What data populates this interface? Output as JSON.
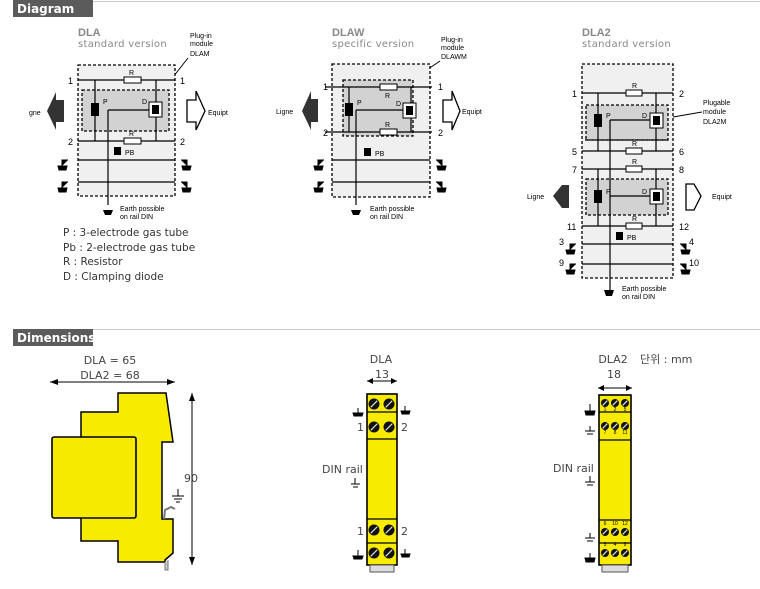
{
  "sections": {
    "diagram": "Diagram",
    "dimensions": "Dimensions"
  },
  "diagrams": [
    {
      "title": "DLA",
      "subtitle": "standard version",
      "module": [
        "Plug-in",
        "module",
        "DLAM"
      ],
      "line": "gne",
      "equipment": "Equipt",
      "pins": [
        "1",
        "1",
        "2",
        "2"
      ],
      "parts": [
        "R",
        "R",
        "P",
        "D",
        "PB"
      ],
      "earth": [
        "Earth  possible",
        "on rail DIN"
      ]
    },
    {
      "title": "DLAW",
      "subtitle": "specific version",
      "module": [
        "Plug-in",
        "module",
        "DLAWM"
      ],
      "line": "Ligne",
      "equipment": "Equipt",
      "pins": [
        "1",
        "1",
        "2",
        "2"
      ],
      "parts": [
        "R",
        "R",
        "P",
        "D",
        "PB"
      ],
      "earth": [
        "Earth  possible",
        "on rail DIN"
      ]
    },
    {
      "title": "DLA2",
      "subtitle": "standard version",
      "module": [
        "Plugable",
        "module",
        "DLA2M"
      ],
      "line": "Ligne",
      "equipment": "Equipt",
      "pins": [
        "1",
        "2",
        "5",
        "6",
        "7",
        "8",
        "11",
        "12",
        "3",
        "4",
        "9",
        "10"
      ],
      "parts": [
        "R",
        "R",
        "R",
        "R",
        "P",
        "D",
        "P",
        "D",
        "PB"
      ],
      "earth": [
        "Earth  possible",
        "on rail DIN"
      ]
    }
  ],
  "legend": [
    "P : 3-electrode gas tube",
    "Pb : 2-electrode gas tube",
    "R : Resistor",
    "D : Clamping diode"
  ],
  "dimensions": {
    "side": {
      "width_dla": "DLA = 65",
      "width_dla2": "DLA2 = 68",
      "height": "90"
    },
    "dla_front": {
      "title": "DLA",
      "width": "13",
      "pins": [
        "1",
        "2",
        "1",
        "2"
      ],
      "rail": "DIN rail"
    },
    "dla2_front": {
      "title": "DLA2",
      "width": "18",
      "unit": "단위 : mm",
      "rail": "DIN rail",
      "terminals": [
        "1",
        "2",
        "5",
        "7",
        "8",
        "11",
        "6",
        "10",
        "12",
        "3",
        "4",
        "9"
      ]
    }
  },
  "colors": {
    "header_bg": "#5b5b5b",
    "device": "#f7ec00",
    "box_fill": "#f0f0f0",
    "module_fill": "#d2d2d2"
  }
}
